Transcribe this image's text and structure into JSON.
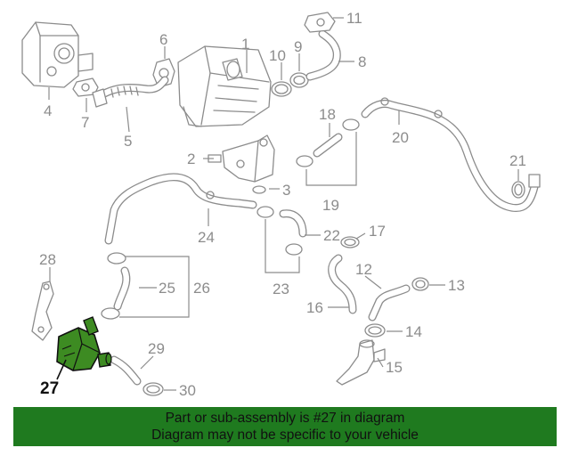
{
  "diagram": {
    "callouts": [
      {
        "id": "1",
        "label": "1"
      },
      {
        "id": "2",
        "label": "2"
      },
      {
        "id": "3",
        "label": "3"
      },
      {
        "id": "4",
        "label": "4"
      },
      {
        "id": "5",
        "label": "5"
      },
      {
        "id": "6",
        "label": "6"
      },
      {
        "id": "7",
        "label": "7"
      },
      {
        "id": "8",
        "label": "8"
      },
      {
        "id": "9",
        "label": "9"
      },
      {
        "id": "10",
        "label": "10"
      },
      {
        "id": "11",
        "label": "11"
      },
      {
        "id": "12",
        "label": "12"
      },
      {
        "id": "13",
        "label": "13"
      },
      {
        "id": "14",
        "label": "14"
      },
      {
        "id": "15",
        "label": "15"
      },
      {
        "id": "16",
        "label": "16"
      },
      {
        "id": "17",
        "label": "17"
      },
      {
        "id": "18",
        "label": "18"
      },
      {
        "id": "19",
        "label": "19"
      },
      {
        "id": "20",
        "label": "20"
      },
      {
        "id": "21",
        "label": "21"
      },
      {
        "id": "22",
        "label": "22"
      },
      {
        "id": "23",
        "label": "23"
      },
      {
        "id": "24",
        "label": "24"
      },
      {
        "id": "25",
        "label": "25"
      },
      {
        "id": "26",
        "label": "26"
      },
      {
        "id": "27",
        "label": "27"
      },
      {
        "id": "28",
        "label": "28"
      },
      {
        "id": "29",
        "label": "29"
      },
      {
        "id": "30",
        "label": "30"
      }
    ],
    "highlighted_part": "27",
    "highlight_color": "#3d8b22",
    "line_color": "#8c8c8c"
  },
  "banner": {
    "line1": "Part or sub-assembly is #27 in diagram",
    "line2": "Diagram may not be specific to your vehicle",
    "background": "#1f7a1f"
  }
}
